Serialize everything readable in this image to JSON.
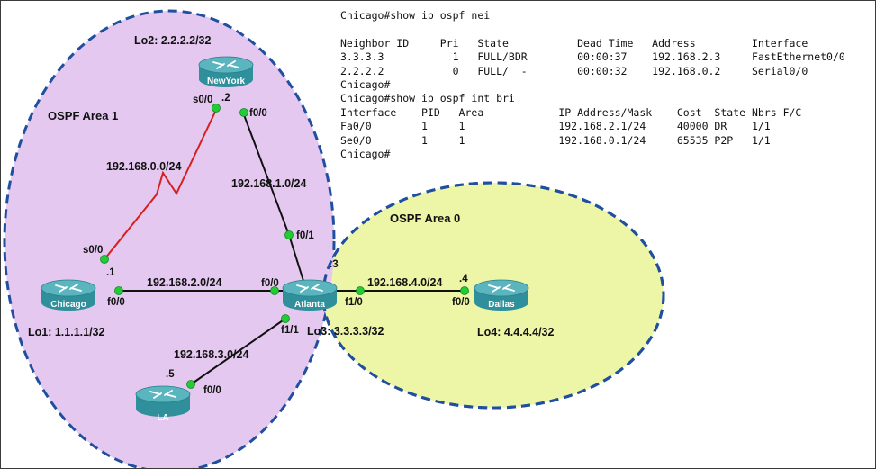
{
  "terminal": {
    "lines": [
      "Chicago#show ip ospf nei",
      "",
      "Neighbor ID     Pri   State           Dead Time   Address         Interface",
      "3.3.3.3           1   FULL/BDR        00:00:37    192.168.2.3     FastEthernet0/0",
      "2.2.2.2           0   FULL/  -        00:00:32    192.168.0.2     Serial0/0",
      "Chicago#",
      "Chicago#show ip ospf int bri",
      "Interface    PID   Area            IP Address/Mask    Cost  State Nbrs F/C",
      "Fa0/0        1     1               192.168.2.1/24     40000 DR    1/1",
      "Se0/0        1     1               192.168.0.1/24     65535 P2P   1/1",
      "Chicago#"
    ]
  },
  "areas": [
    {
      "label": "OSPF Area 1",
      "fill": "#e4c8f0",
      "border": "#1f4f9e"
    },
    {
      "label": "OSPF Area 0",
      "fill": "#edf6a6",
      "border": "#1f4f9e"
    }
  ],
  "routers": [
    {
      "name": "NewYork",
      "loopback": "Lo2: 2.2.2.2/32",
      "icon": "router-icon"
    },
    {
      "name": "Chicago",
      "loopback": "Lo1: 1.1.1.1/32",
      "icon": "router-icon"
    },
    {
      "name": "Atlanta",
      "loopback": "Lo3: 3.3.3.3/32",
      "icon": "router-icon"
    },
    {
      "name": "Dallas",
      "loopback": "Lo4: 4.4.4.4/32",
      "icon": "router-icon"
    },
    {
      "name": "LA",
      "loopback": "",
      "icon": "router-icon"
    }
  ],
  "networks": {
    "chicago_newyork": "192.168.0.0/24",
    "newyork_atlanta": "192.168.1.0/24",
    "chicago_atlanta": "192.168.2.0/24",
    "atlanta_la": "192.168.3.0/24",
    "atlanta_dallas": "192.168.4.0/24"
  },
  "interfaces": {
    "newyork_s0_0": "s0/0",
    "newyork_f0_0": "f0/0",
    "newyork_host": ".2",
    "chicago_s0_0": "s0/0",
    "chicago_f0_0": "f0/0",
    "chicago_host": ".1",
    "atlanta_f0_1": "f0/1",
    "atlanta_f0_0": "f0/0",
    "atlanta_f1_0": "f1/0",
    "atlanta_f1_1": "f1/1",
    "atlanta_host": ".3",
    "dallas_f0_0": "f0/0",
    "dallas_host": ".4",
    "la_f0_0": "f0/0",
    "la_host": ".5"
  },
  "colors": {
    "serial_link": "#d42020",
    "ethernet_link": "#111111",
    "port_dot": "#22cc33",
    "router_body": "#2f8f9a",
    "router_top": "#5ab5bf"
  }
}
